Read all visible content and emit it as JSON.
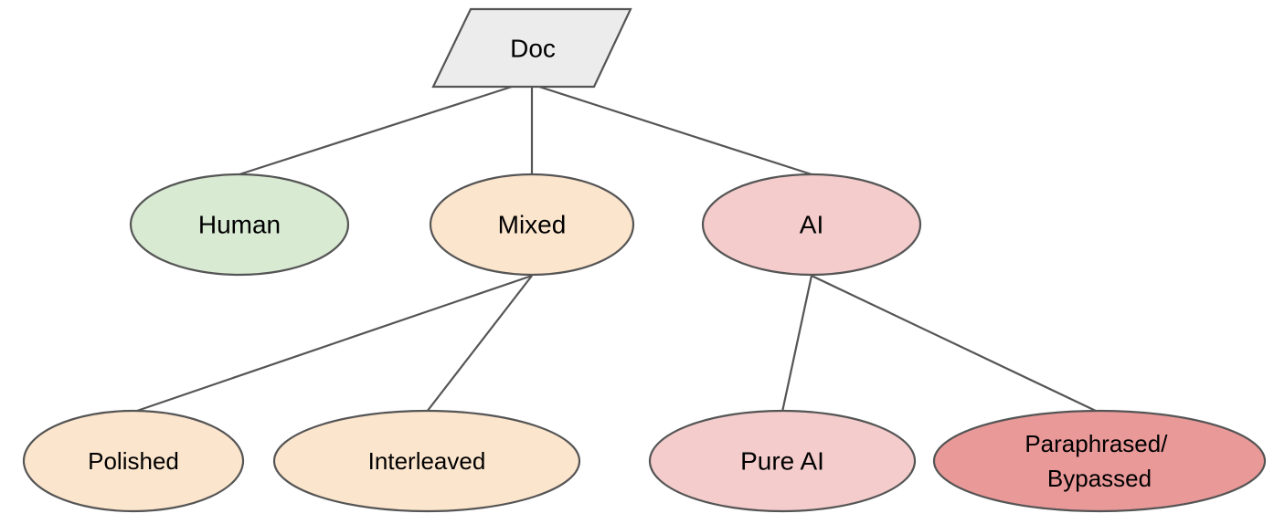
{
  "nodes": {
    "doc": {
      "label": "Doc",
      "color": "#ececec"
    },
    "human": {
      "label": "Human",
      "color": "#d9ead3"
    },
    "mixed": {
      "label": "Mixed",
      "color": "#fce5cd"
    },
    "ai": {
      "label": "AI",
      "color": "#f4cccc"
    },
    "polished": {
      "label": "Polished",
      "color": "#fce5cd"
    },
    "interleaved": {
      "label": "Interleaved",
      "color": "#fce5cd"
    },
    "pure_ai": {
      "label": "Pure AI",
      "color": "#f4cccc"
    },
    "paraphrased": {
      "label_line1": "Paraphrased/",
      "label_line2": "Bypassed",
      "color": "#ea9999"
    }
  },
  "edges": [
    [
      "doc",
      "human"
    ],
    [
      "doc",
      "mixed"
    ],
    [
      "doc",
      "ai"
    ],
    [
      "mixed",
      "polished"
    ],
    [
      "mixed",
      "interleaved"
    ],
    [
      "ai",
      "pure_ai"
    ],
    [
      "ai",
      "paraphrased"
    ]
  ]
}
